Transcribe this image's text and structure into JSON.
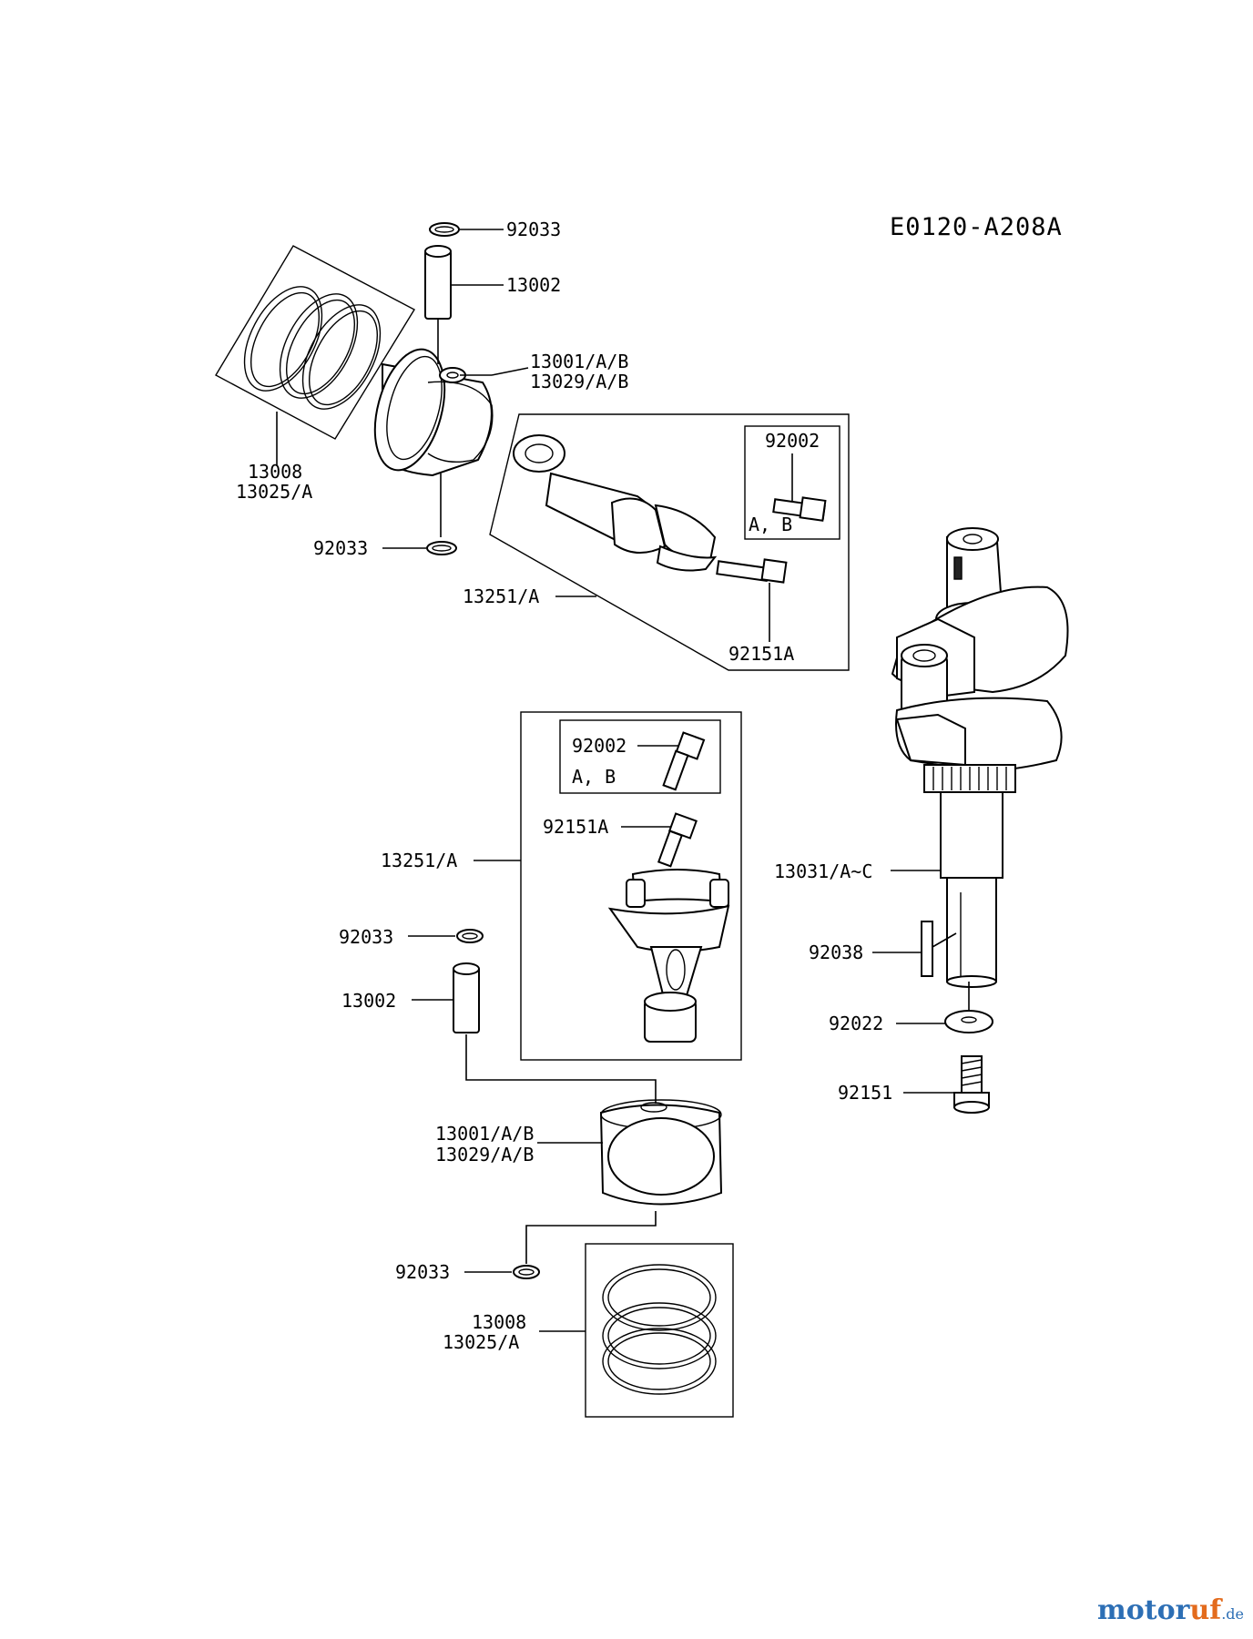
{
  "diagram": {
    "code": "E0120-A208A",
    "labels": {
      "top_clip_upper": "92033",
      "top_pin": "13002",
      "top_piston_1": "13001/A/B",
      "top_piston_2": "13029/A/B",
      "top_rings_1": "13008",
      "top_rings_2": "13025/A",
      "top_clip_lower": "92033",
      "top_rod": "13251/A",
      "top_rod_bolt_box": "92002",
      "top_rod_bolt_box_ab": "A, B",
      "top_rod_bolt": "92151A",
      "mid_bolt_box": "92002",
      "mid_bolt_box_ab": "A, B",
      "mid_bolt": "92151A",
      "mid_rod": "13251/A",
      "mid_clip": "92033",
      "mid_pin": "13002",
      "low_piston_1": "13001/A/B",
      "low_piston_2": "13029/A/B",
      "low_clip": "92033",
      "low_rings_1": "13008",
      "low_rings_2": "13025/A",
      "crankshaft": "13031/A~C",
      "key": "92038",
      "washer": "92022",
      "crank_bolt": "92151"
    }
  },
  "watermark": {
    "part1": "motor",
    "part2": "uf",
    "suffix": ".de"
  }
}
